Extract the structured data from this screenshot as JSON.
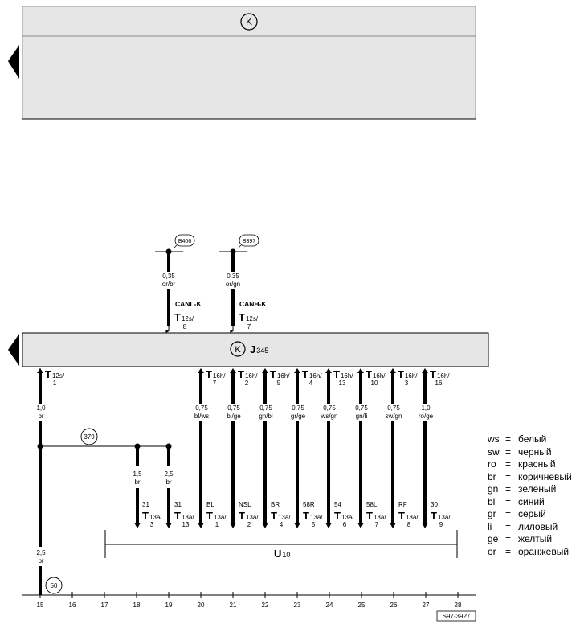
{
  "top_panel": {
    "symbol": "K"
  },
  "control_unit": {
    "symbol": "K",
    "name": "J",
    "name_sub": "345"
  },
  "upper_wires": [
    {
      "ref": "B406",
      "gauge": "0,35",
      "color": "or/br",
      "signal": "CANL-K",
      "conn": "T",
      "conn_sub": "12s/",
      "pin": "8"
    },
    {
      "ref": "B397",
      "gauge": "0,35",
      "color": "or/gn",
      "signal": "CANH-K",
      "conn": "T",
      "conn_sub": "12s/",
      "pin": "7"
    }
  ],
  "ground_wire": {
    "conn": "T",
    "conn_sub": "12s/",
    "pin": "1",
    "gauge": "1,0",
    "color": "br",
    "splice_ref": "379",
    "lower_gauge": "2,5",
    "lower_color": "br",
    "ground_ref": "50"
  },
  "branch_wires": [
    {
      "gauge": "1,5",
      "color": "br",
      "term": "31",
      "conn": "T",
      "conn_sub": "13a/",
      "pin": "3"
    },
    {
      "gauge": "2,5",
      "color": "br",
      "term": "31",
      "conn": "T",
      "conn_sub": "13a/",
      "pin": "13"
    }
  ],
  "lower_wires": [
    {
      "top_conn": "T",
      "top_sub": "16h/",
      "top_pin": "7",
      "gauge": "0,75",
      "color": "bl/ws",
      "term": "BL",
      "conn": "T",
      "conn_sub": "13a/",
      "pin": "1"
    },
    {
      "top_conn": "T",
      "top_sub": "16h/",
      "top_pin": "2",
      "gauge": "0,75",
      "color": "bl/ge",
      "term": "NSL",
      "conn": "T",
      "conn_sub": "13a/",
      "pin": "2"
    },
    {
      "top_conn": "T",
      "top_sub": "16h/",
      "top_pin": "5",
      "gauge": "0,75",
      "color": "gn/bl",
      "term": "BR",
      "conn": "T",
      "conn_sub": "13a/",
      "pin": "4"
    },
    {
      "top_conn": "T",
      "top_sub": "16h/",
      "top_pin": "4",
      "gauge": "0,75",
      "color": "gr/ge",
      "term": "58R",
      "conn": "T",
      "conn_sub": "13a/",
      "pin": "5"
    },
    {
      "top_conn": "T",
      "top_sub": "16h/",
      "top_pin": "13",
      "gauge": "0,75",
      "color": "ws/gn",
      "term": "54",
      "conn": "T",
      "conn_sub": "13a/",
      "pin": "6"
    },
    {
      "top_conn": "T",
      "top_sub": "16h/",
      "top_pin": "10",
      "gauge": "0,75",
      "color": "gn/li",
      "term": "58L",
      "conn": "T",
      "conn_sub": "13a/",
      "pin": "7"
    },
    {
      "top_conn": "T",
      "top_sub": "16h/",
      "top_pin": "3",
      "gauge": "0,75",
      "color": "sw/gn",
      "term": "RF",
      "conn": "T",
      "conn_sub": "13a/",
      "pin": "8"
    },
    {
      "top_conn": "T",
      "top_sub": "16h/",
      "top_pin": "16",
      "gauge": "1,0",
      "color": "ro/ge",
      "term": "30",
      "conn": "T",
      "conn_sub": "13a/",
      "pin": "9"
    }
  ],
  "component_u": {
    "name": "U",
    "sub": "10"
  },
  "ruler": [
    "15",
    "16",
    "17",
    "18",
    "19",
    "20",
    "21",
    "22",
    "23",
    "24",
    "25",
    "26",
    "27",
    "28"
  ],
  "footer_code": "S97-3927",
  "legend": [
    {
      "code": "ws",
      "eq": "=",
      "name": "белый"
    },
    {
      "code": "sw",
      "eq": "=",
      "name": "черный"
    },
    {
      "code": "ro",
      "eq": "=",
      "name": "красный"
    },
    {
      "code": "br",
      "eq": "=",
      "name": "коричневый"
    },
    {
      "code": "gn",
      "eq": "=",
      "name": "зеленый"
    },
    {
      "code": "bl",
      "eq": "=",
      "name": "синий"
    },
    {
      "code": "gr",
      "eq": "=",
      "name": "серый"
    },
    {
      "code": "li",
      "eq": "=",
      "name": "лиловый"
    },
    {
      "code": "ge",
      "eq": "=",
      "name": "желтый"
    },
    {
      "code": "or",
      "eq": "=",
      "name": "оранжевый"
    }
  ],
  "colors": {
    "panel_fill": "#e6e6e6",
    "line": "#000000"
  }
}
